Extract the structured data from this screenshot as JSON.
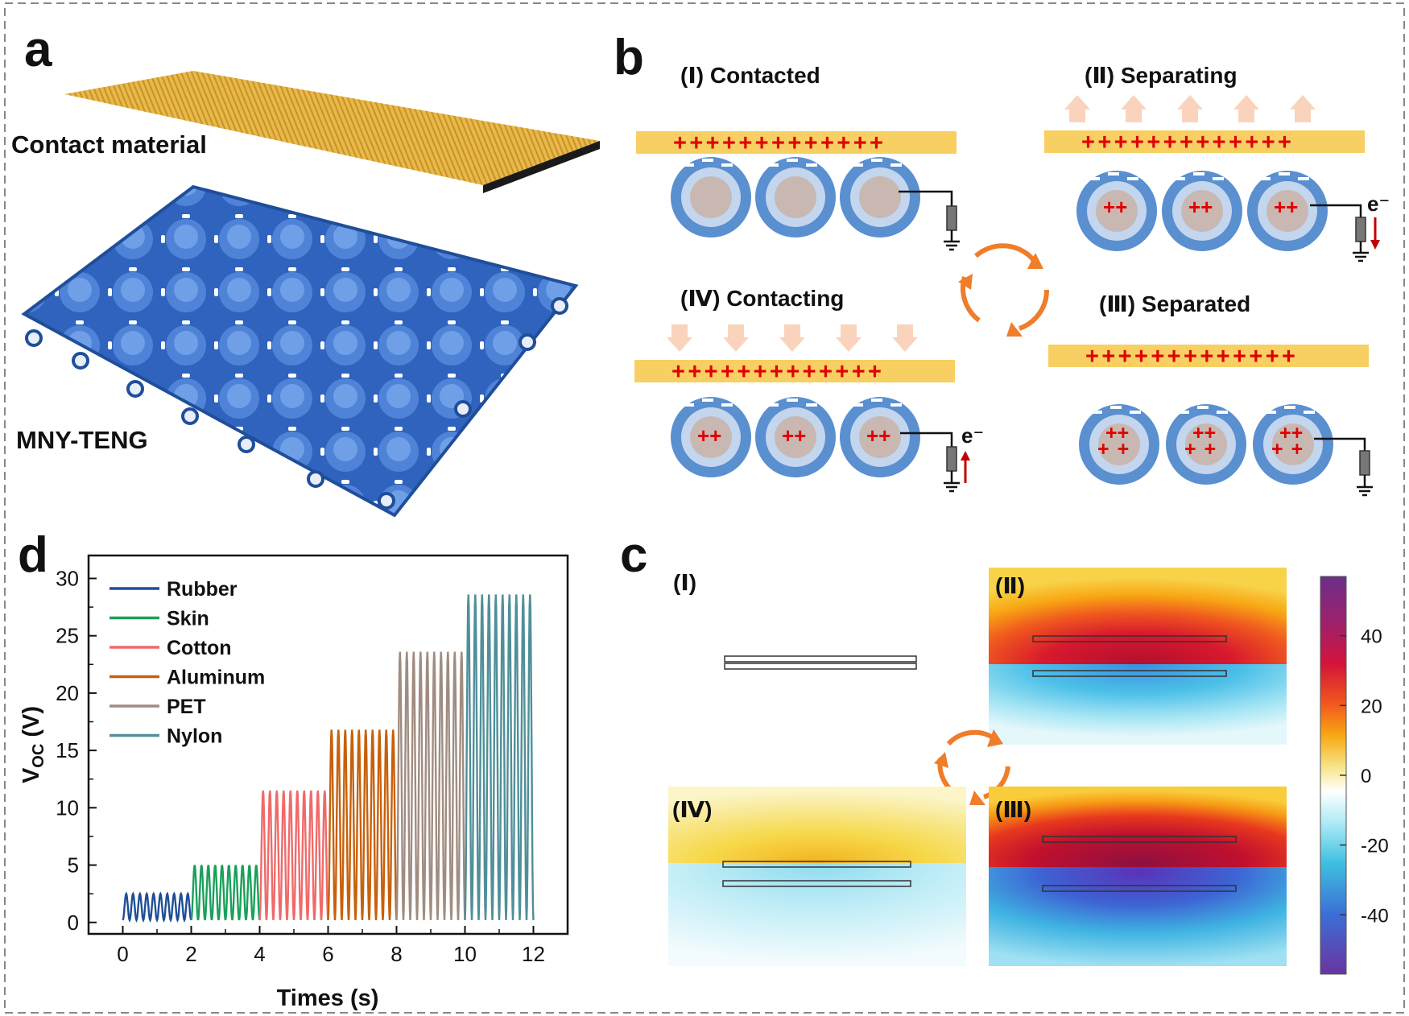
{
  "panels": {
    "a": {
      "letter": "a",
      "contact_label": "Contact material",
      "device_label": "MNY-TENG"
    },
    "b": {
      "letter": "b",
      "states": [
        {
          "label": "(Ⅰ) Contacted",
          "electron": ""
        },
        {
          "label": "(Ⅱ) Separating",
          "electron": "e⁻"
        },
        {
          "label": "(Ⅲ) Separated",
          "electron": ""
        },
        {
          "label": "(Ⅳ) Contacting",
          "electron": "e⁻"
        }
      ],
      "plus_row": "+++++++++++++",
      "double_plus": "++"
    },
    "c": {
      "letter": "c",
      "labels": [
        "(Ⅰ)",
        "(Ⅱ)",
        "(Ⅲ)",
        "(Ⅳ)"
      ],
      "colorbar_ticks": [
        "40",
        "20",
        "0",
        "-20",
        "-40"
      ],
      "colorbar_values": [
        40,
        20,
        0,
        -20,
        -40
      ],
      "colormap": [
        "#5a2a82",
        "#8a2a8a",
        "#c8102e",
        "#f0551e",
        "#f8a20c",
        "#f7e27a",
        "#ffffff",
        "#bff0f7",
        "#45c4e0",
        "#3a7fd6",
        "#5a3fc0",
        "#6a2f9a"
      ]
    },
    "d": {
      "letter": "d"
    }
  },
  "chart_data": {
    "type": "line",
    "title": "",
    "xlabel": "Times (s)",
    "ylabel": "V",
    "ylabel_sub": "OC",
    "ylabel_unit": " (V)",
    "xlim": [
      -1,
      13
    ],
    "ylim": [
      -1,
      32
    ],
    "xticks": [
      0,
      2,
      4,
      6,
      8,
      10,
      12
    ],
    "yticks": [
      0,
      5,
      10,
      15,
      20,
      25,
      30
    ],
    "legend_position": "top-left",
    "series": [
      {
        "name": "Rubber",
        "color": "#1f4e96",
        "x_start": 0,
        "x_end": 2,
        "peak": 2.5,
        "cycles": 10
      },
      {
        "name": "Skin",
        "color": "#1aa05a",
        "x_start": 2,
        "x_end": 4,
        "peak": 5.0,
        "cycles": 10
      },
      {
        "name": "Cotton",
        "color": "#f06a6a",
        "x_start": 4,
        "x_end": 6,
        "peak": 11.5,
        "cycles": 10
      },
      {
        "name": "Aluminum",
        "color": "#c8600a",
        "x_start": 6,
        "x_end": 8,
        "peak": 16.8,
        "cycles": 10
      },
      {
        "name": "PET",
        "color": "#a08c80",
        "x_start": 8,
        "x_end": 10,
        "peak": 23.6,
        "cycles": 10
      },
      {
        "name": "Nylon",
        "color": "#4f8f98",
        "x_start": 10,
        "x_end": 12,
        "peak": 28.6,
        "cycles": 10
      }
    ]
  }
}
